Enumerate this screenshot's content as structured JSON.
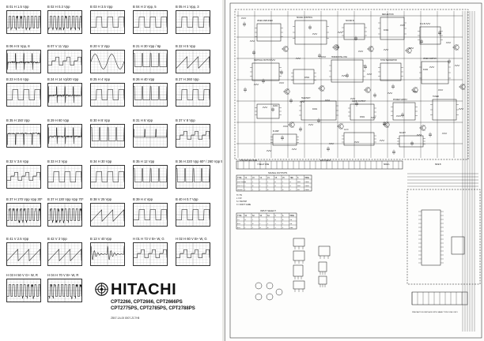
{
  "waveforms": [
    {
      "label": "B 01 H   1.5 Vpp",
      "shape": "dense-pulse"
    },
    {
      "label": "B 02 H   0.3 Vpp",
      "shape": "dense-pulse"
    },
    {
      "label": "B 03 H   3.5 Vpp",
      "shape": "square"
    },
    {
      "label": "B 04 H   3 Vpp, 5",
      "shape": "square"
    },
    {
      "label": "B 05 H   1 Vpp, 3",
      "shape": "square"
    },
    {
      "label": "B 06 H   5 Vpp, 8",
      "shape": "spiky"
    },
    {
      "label": "B 07 V   11 Vpp",
      "shape": "steps"
    },
    {
      "label": "B 20 V   3 Vpp",
      "shape": "sine"
    },
    {
      "label": "B 21 H   30 Vpp / 6p",
      "shape": "pulse-tall"
    },
    {
      "label": "B 22 H   5 Vpp",
      "shape": "sawtooth"
    },
    {
      "label": "B 23 H   0.6 Vpp",
      "shape": "square"
    },
    {
      "label": "B 24 H   14 Vp/20 Vpp",
      "shape": "spiky"
    },
    {
      "label": "B 25 H   4 Vpp",
      "shape": "square"
    },
    {
      "label": "B 26 H   40 Vpp",
      "shape": "pulse-tall"
    },
    {
      "label": "B 27 H   260 Vpp",
      "shape": "square"
    },
    {
      "label": "B 35 H   150 Vpp",
      "shape": "spike-down"
    },
    {
      "label": "B 29 H   60 Vpp",
      "shape": "spiky"
    },
    {
      "label": "B 30 H   8 Vpp",
      "shape": "pulse-tall"
    },
    {
      "label": "B 31 H   6 Vpp",
      "shape": "flat-spikes"
    },
    {
      "label": "B 37 V   8 Vpp",
      "shape": "steps"
    },
    {
      "label": "B 32 V   3.6 Vpp",
      "shape": "steps"
    },
    {
      "label": "B 33 H   3 Vpp",
      "shape": "square"
    },
    {
      "label": "B 34 H   30 Vpp",
      "shape": "square"
    },
    {
      "label": "B 35 H   12 Vpp",
      "shape": "pulse-tall"
    },
    {
      "label": "B 36 H   220 Vpp 60* / 260 Vpp 50*",
      "shape": "pulse-tall"
    },
    {
      "label": "B 37 H   170 Vpp Vpp 30*",
      "shape": "dense-pulse"
    },
    {
      "label": "B 37 H   130 Vpp Vpp 70*",
      "shape": "dense-pulse"
    },
    {
      "label": "B 38 V   25 Vpp",
      "shape": "sawtooth"
    },
    {
      "label": "B 39 H   4 Vpp",
      "shape": "square"
    },
    {
      "label": "B 40 H   0.7 Vpp",
      "shape": "square"
    },
    {
      "label": "B 41 V   2.5 Vpp",
      "shape": "sawtooth"
    },
    {
      "label": "B 42 V   3 Vpp",
      "shape": "sawtooth"
    },
    {
      "label": "B 13 V   40 Vpp",
      "shape": "decay"
    },
    {
      "label": "H 01 H   73 V B+ W, G",
      "shape": "steps"
    },
    {
      "label": "H 02 H   60 V B+ W, G",
      "shape": "steps"
    },
    {
      "label": "H 03 H   50 V G+ W, R",
      "shape": "dense-pulse"
    },
    {
      "label": "H 04 H   70 V B+ W, R",
      "shape": "dense-pulse"
    }
  ],
  "brand": {
    "name": "HITACHI",
    "models_line1": "CPT2266, CPT2666, CPT2666PS",
    "models_line2": "CPT2775PS, CPT2785PS, CPT2788PS",
    "code": "ZB07-1A-00  8007-ZC7H8"
  },
  "schematic": {
    "labels": [
      "SIGNAL CONTROL",
      "VIDEO AMPLIFIER",
      "SOUND IF",
      "DEFLECTION",
      "R.G.B",
      "VERTICAL OUTPUT",
      "HORIZONTAL OSC",
      "SYNC SEPARATOR",
      "VIDEO SWITCH",
      "TELETEXT",
      "AUDIO OUTPUT",
      "POWER SUPPLY",
      "TUNER",
      "IF AMP",
      "A.F.C",
      "SCART",
      "CHROMA DECODER",
      "EAST-WEST",
      "Y DELAY LINE",
      "SIDE A",
      "SIDE B",
      "IC001",
      "IC201",
      "IC301",
      "IC401",
      "IC501",
      "IC601"
    ],
    "table1_title": "SIGNAL OUTPUTS",
    "table1_header": [
      "TYPE",
      "V1",
      "V2",
      "V3",
      "V4",
      "V5",
      "V6",
      "TRB",
      "S",
      "MODE"
    ],
    "table1_rows": [
      [
        "PAL/MONO",
        "H",
        "L",
        "L",
        "L",
        "H",
        "L",
        "0",
        "OFF",
        "NORM"
      ],
      [
        "PAL/ST",
        "L",
        "H",
        "L",
        "L",
        "H",
        "L",
        "0",
        "OFF",
        "NORM"
      ],
      [
        "SECAM",
        "L",
        "L",
        "L",
        "H",
        "L",
        "H",
        "1",
        "ON",
        "NORM"
      ]
    ],
    "table2_title": "INPUT SELECT",
    "table2_header": [
      "TYPE",
      "S1",
      "S2",
      "S3",
      "S4",
      "V",
      "A",
      "MODE"
    ],
    "table2_rows": [
      [
        "TV",
        "H",
        "L",
        "L",
        "L",
        "0",
        "0",
        "ON"
      ],
      [
        "AV1",
        "L",
        "H",
        "L",
        "L",
        "1",
        "1",
        "ON"
      ],
      [
        "AV2",
        "L",
        "L",
        "H",
        "H",
        "1",
        "1",
        "OFF"
      ]
    ],
    "notes": [
      "H = 5V",
      "L = 0V",
      "S = SWITCH",
      "X = DON'T CARE"
    ],
    "bottom_note": "PRECAUTION: REPLACE WITH SAME TYPE FUSE ONLY"
  }
}
